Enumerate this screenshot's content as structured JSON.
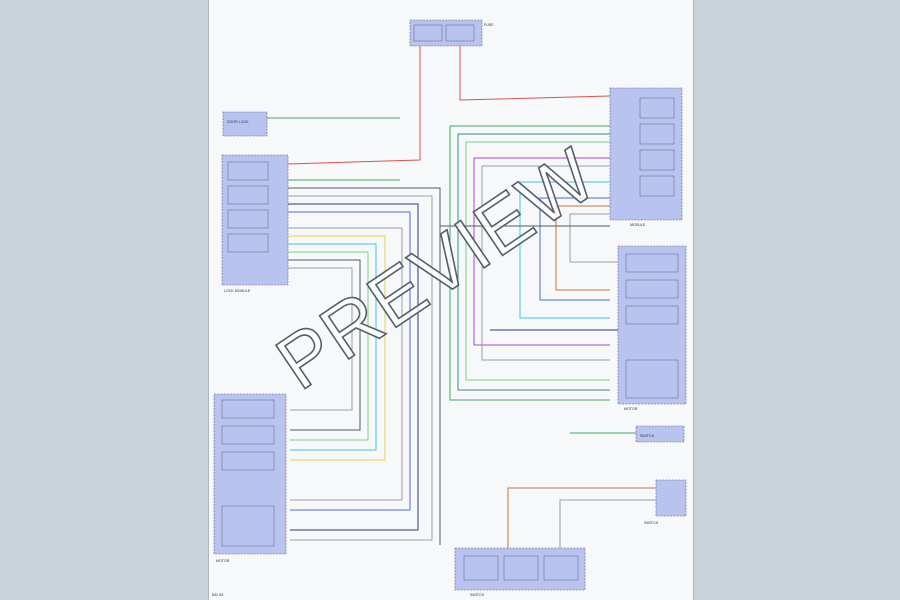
{
  "watermark": "PREVIEW",
  "wire_colors": {
    "red": "#d9534f",
    "brown": "#c87533",
    "green": "#3ca86e",
    "light_green": "#7ed07e",
    "teal": "#2f8f7a",
    "cyan": "#3cc6e6",
    "blue": "#4a6de0",
    "navy": "#2b3a7a",
    "violet": "#a44ad8",
    "yellow": "#e0d34a",
    "gray": "#9aa0a8",
    "dark_gray": "#555b66",
    "tan": "#c9a86a"
  },
  "components": {
    "top_fuse": "FUSE",
    "left_small": "DOOR LOCK",
    "left_module": "LOCK MODULE",
    "right_module": "MODULE",
    "right_motor": "MOTOR",
    "right_small": "SWITCH",
    "right_bottom": "SWITCH",
    "lower_left": "MOTOR",
    "bottom": "SWITCH"
  },
  "page_number": "BD-93"
}
